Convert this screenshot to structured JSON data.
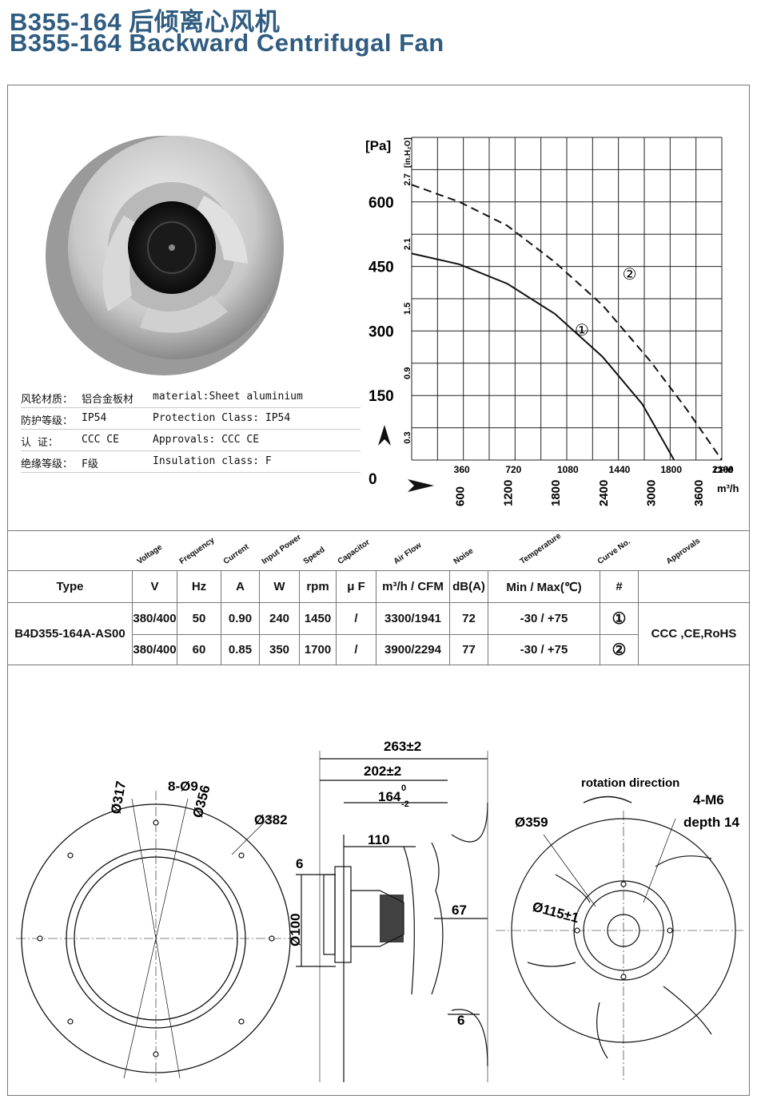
{
  "header": {
    "line1": "B355-164  后倾离心风机",
    "line2": "B355-164  Backward Centrifugal Fan"
  },
  "materials": [
    {
      "cn_label": "风轮材质：",
      "cn_value": "铝合金板材",
      "en": "material:Sheet aluminium"
    },
    {
      "cn_label": "防护等级：",
      "cn_value": "IP54",
      "en": "Protection Class: IP54"
    },
    {
      "cn_label": "认    证：",
      "cn_value": "CCC CE",
      "en": "Approvals: CCC  CE"
    },
    {
      "cn_label": "绝缘等级：",
      "cn_value": "F级",
      "en": "Insulation class: F"
    }
  ],
  "chart_data": {
    "type": "line",
    "y_unit": "[Pa]",
    "y_unit_alt": "[in.H₂O]",
    "y_ticks": [
      "600",
      "450",
      "300",
      "150",
      "0"
    ],
    "y_alt_ticks": [
      "2.7",
      "2.1",
      "1.5",
      "0.9",
      "0.3"
    ],
    "x_ticks_cfm": [
      "360",
      "720",
      "1080",
      "1440",
      "1800",
      "2160"
    ],
    "x_unit_cfm": "CFM",
    "x_ticks_m3h": [
      "600",
      "1200",
      "1800",
      "2400",
      "3000",
      "3600"
    ],
    "x_unit_m3h": "m³/h",
    "xlim_m3h": [
      0,
      3900
    ],
    "ylim_pa": [
      0,
      750
    ],
    "series": [
      {
        "name": "①",
        "style": "solid",
        "x_m3h": [
          0,
          600,
          1200,
          1800,
          2400,
          2900,
          3300
        ],
        "y_pa": [
          480,
          455,
          410,
          340,
          240,
          130,
          0
        ]
      },
      {
        "name": "②",
        "style": "dashed",
        "x_m3h": [
          0,
          600,
          1200,
          1800,
          2400,
          3000,
          3450,
          3900
        ],
        "y_pa": [
          640,
          600,
          545,
          460,
          360,
          230,
          120,
          0
        ]
      }
    ]
  },
  "spec_table": {
    "headers_rot": [
      "Voltage",
      "Frequency",
      "Current",
      "Input Power",
      "Speed",
      "Capacitor",
      "Air Flow",
      "Noise",
      "Temperature",
      "Curve No.",
      "Approvals"
    ],
    "units": [
      "Type",
      "V",
      "Hz",
      "A",
      "W",
      "rpm",
      "μ F",
      "m³/h / CFM",
      "dB(A)",
      "Min / Max(℃)",
      "#"
    ],
    "type_name": "B4D355-164A-AS00",
    "approvals": "CCC ,CE,RoHS",
    "rows": [
      {
        "voltage": "380/400",
        "freq": "50",
        "current": "0.90",
        "power": "240",
        "speed": "1450",
        "cap": "/",
        "airflow": "3300/1941",
        "noise": "72",
        "temp": "-30 / +75",
        "curve": "①"
      },
      {
        "voltage": "380/400",
        "freq": "60",
        "current": "0.85",
        "power": "350",
        "speed": "1700",
        "cap": "/",
        "airflow": "3900/2294",
        "noise": "77",
        "temp": "-30 / +75",
        "curve": "②"
      }
    ]
  },
  "drawing": {
    "front": {
      "d317": "Ø317",
      "d356": "Ø356",
      "holes": "8-Ø9",
      "d382": "Ø382"
    },
    "side": {
      "w263": "263±2",
      "w202": "202±2",
      "w164": "164",
      "w164_sup": "0",
      "w164_sub": "-2",
      "w110": "110",
      "d6a": "6",
      "d100": "Ø100",
      "d67": "67",
      "d6b": "6"
    },
    "back": {
      "rotation": "rotation direction",
      "d359": "Ø359",
      "m6": "4-M6",
      "depth": "depth 14",
      "d115": "Ø115±1"
    }
  }
}
